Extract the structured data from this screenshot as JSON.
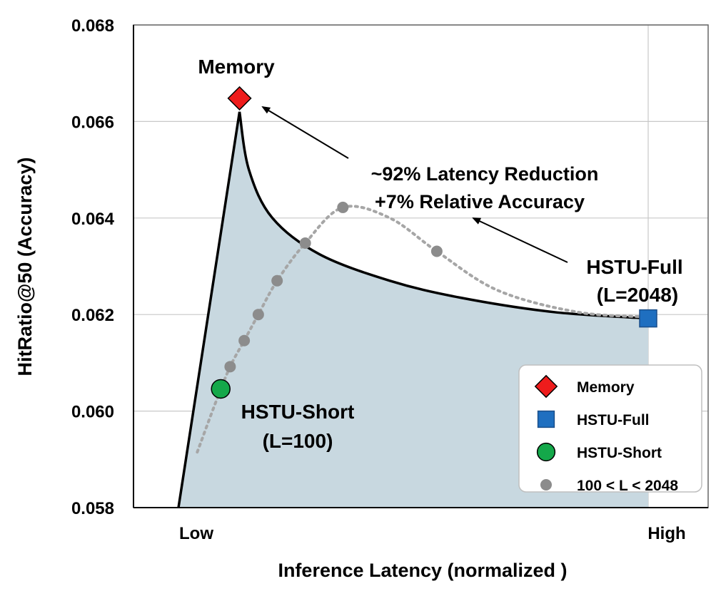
{
  "chart_data": {
    "type": "scatter",
    "xlabel": "Inference Latency (normalized )",
    "ylabel": "HitRatio@50 (Accuracy)",
    "x_ticks": [
      "Low",
      "High"
    ],
    "y_ticks": [
      "0.058",
      "0.060",
      "0.062",
      "0.064",
      "0.066",
      "0.068"
    ],
    "ylim": [
      0.058,
      0.068
    ],
    "xlim": [
      0,
      1
    ],
    "grid": true,
    "legend_position": "bottom-right",
    "colors": {
      "memory": "#ee1c1c",
      "hstu_full": "#1f6fc0",
      "hstu_short": "#14a84a",
      "intermediate": "#8c8c8c",
      "fill": "#c8d8e0"
    },
    "series": [
      {
        "name": "Memory",
        "marker": "diamond",
        "points": [
          {
            "x": 0.13,
            "y": 0.06648
          }
        ]
      },
      {
        "name": "HSTU-Full",
        "marker": "square",
        "points": [
          {
            "x": 1.0,
            "y": 0.06192
          }
        ]
      },
      {
        "name": "HSTU-Short",
        "marker": "circle",
        "points": [
          {
            "x": 0.09,
            "y": 0.06046
          }
        ]
      },
      {
        "name": "100 < L < 2048",
        "marker": "dot",
        "points": [
          {
            "x": 0.11,
            "y": 0.06092
          },
          {
            "x": 0.14,
            "y": 0.06146
          },
          {
            "x": 0.17,
            "y": 0.062
          },
          {
            "x": 0.21,
            "y": 0.0627
          },
          {
            "x": 0.27,
            "y": 0.06348
          },
          {
            "x": 0.35,
            "y": 0.06422
          },
          {
            "x": 0.55,
            "y": 0.06331
          }
        ]
      }
    ],
    "frontier_curve": [
      {
        "x": 0.0,
        "y": 0.058
      },
      {
        "x": 0.13,
        "y": 0.0662
      },
      {
        "x": 0.15,
        "y": 0.065
      },
      {
        "x": 0.2,
        "y": 0.064
      },
      {
        "x": 0.3,
        "y": 0.06325
      },
      {
        "x": 0.45,
        "y": 0.0627
      },
      {
        "x": 0.6,
        "y": 0.06235
      },
      {
        "x": 0.8,
        "y": 0.06205
      },
      {
        "x": 1.0,
        "y": 0.06192
      }
    ],
    "dotted_trend": [
      {
        "x": 0.04,
        "y": 0.05915
      },
      {
        "x": 0.08,
        "y": 0.0602
      },
      {
        "x": 0.11,
        "y": 0.06092
      },
      {
        "x": 0.14,
        "y": 0.06146
      },
      {
        "x": 0.17,
        "y": 0.062
      },
      {
        "x": 0.21,
        "y": 0.0627
      },
      {
        "x": 0.27,
        "y": 0.06348
      },
      {
        "x": 0.35,
        "y": 0.06422
      },
      {
        "x": 0.45,
        "y": 0.064
      },
      {
        "x": 0.55,
        "y": 0.06331
      },
      {
        "x": 0.68,
        "y": 0.0625
      },
      {
        "x": 0.85,
        "y": 0.06205
      },
      {
        "x": 1.0,
        "y": 0.06195
      }
    ],
    "annotations": {
      "memory_label": "Memory",
      "hstu_full_line1": "HSTU-Full",
      "hstu_full_line2": "(L=2048)",
      "hstu_short_line1": "HSTU-Short",
      "hstu_short_line2": "(L=100)",
      "reduction_line1": "~92% Latency Reduction",
      "reduction_line2": "+7% Relative Accuracy"
    }
  }
}
